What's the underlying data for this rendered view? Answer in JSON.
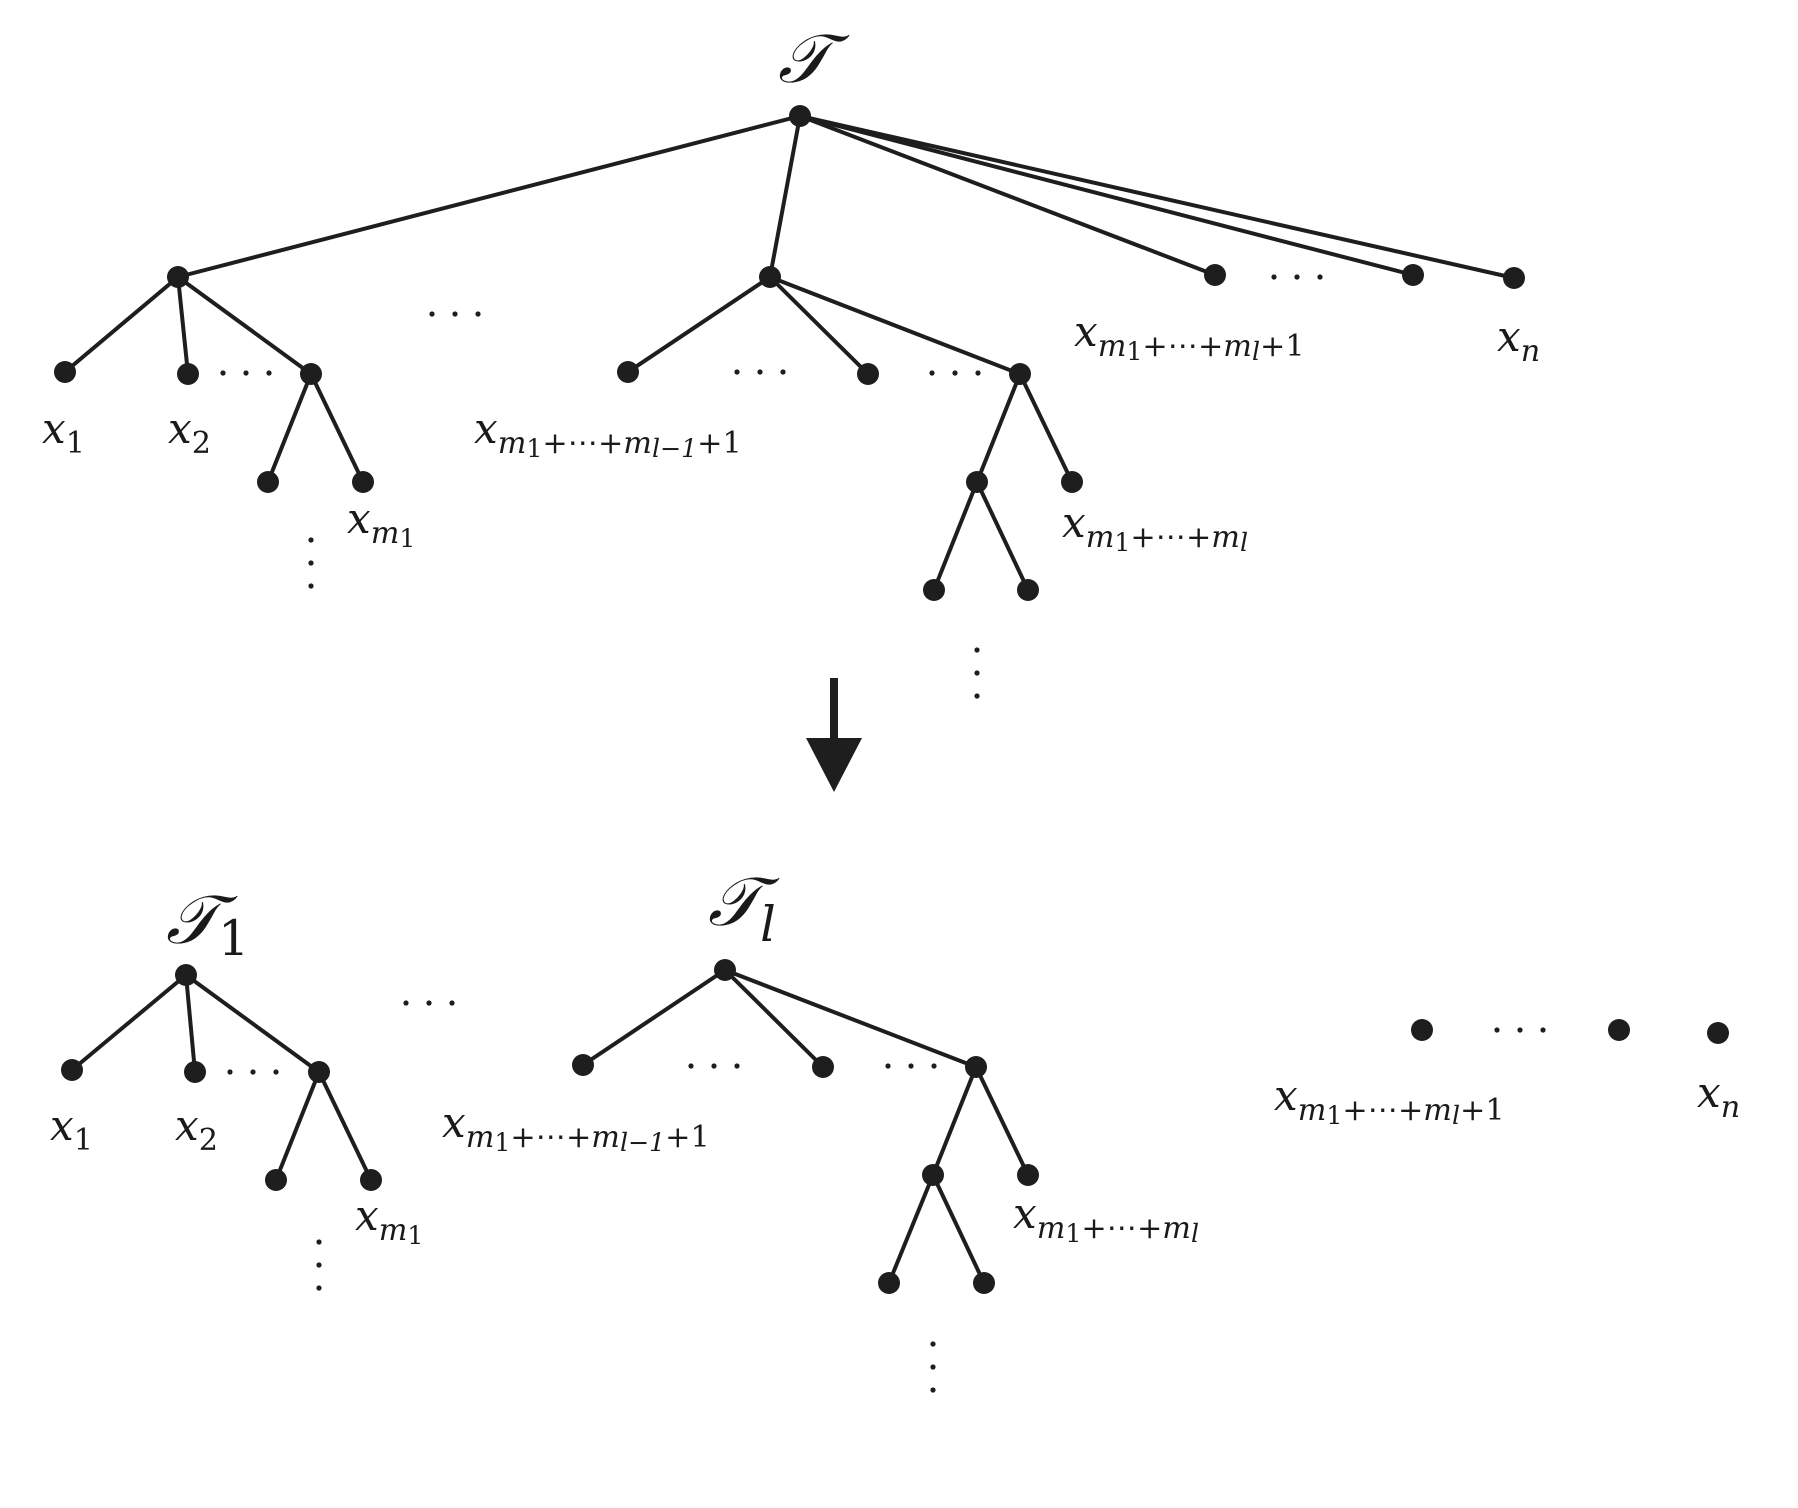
{
  "colors": {
    "ink": "#1e1e1e",
    "background": "#ffffff"
  },
  "top_tree": {
    "title": {
      "main": "𝒯"
    },
    "labels": {
      "x1": {
        "base": "x",
        "sub": "1"
      },
      "x2": {
        "base": "x",
        "sub": "2"
      },
      "xm1": {
        "base": "x",
        "sub": "m",
        "subsub": "1"
      },
      "xstart_l": {
        "base": "x",
        "sub": "m",
        "subsub": "1",
        "tail": "+⋯+",
        "sub2": "m",
        "subsub2": "l−1",
        "end": "+1"
      },
      "xend_l": {
        "base": "x",
        "sub": "m",
        "subsub": "1",
        "tail": "+⋯+",
        "sub2": "m",
        "subsub2": "l",
        "end": ""
      },
      "xnext": {
        "base": "x",
        "sub": "m",
        "subsub": "1",
        "tail": "+⋯+",
        "sub2": "m",
        "subsub2": "l",
        "end": "+1"
      },
      "xn": {
        "base": "x",
        "sub": "n"
      }
    }
  },
  "arrow": {
    "icon": "arrow-down-icon"
  },
  "bottom": {
    "tree1_title": {
      "main": "𝒯",
      "sub": "1"
    },
    "treel_title": {
      "main": "𝒯",
      "sub": "l"
    },
    "labels": {
      "x1": {
        "base": "x",
        "sub": "1"
      },
      "x2": {
        "base": "x",
        "sub": "2"
      },
      "xm1": {
        "base": "x",
        "sub": "m",
        "subsub": "1"
      },
      "xstart_l": {
        "base": "x",
        "sub": "m",
        "subsub": "1",
        "tail": "+⋯+",
        "sub2": "m",
        "subsub2": "l−1",
        "end": "+1"
      },
      "xend_l": {
        "base": "x",
        "sub": "m",
        "subsub": "1",
        "tail": "+⋯+",
        "sub2": "m",
        "subsub2": "l",
        "end": ""
      },
      "xnext": {
        "base": "x",
        "sub": "m",
        "subsub": "1",
        "tail": "+⋯+",
        "sub2": "m",
        "subsub2": "l",
        "end": "+1"
      },
      "xn": {
        "base": "x",
        "sub": "n"
      }
    }
  }
}
